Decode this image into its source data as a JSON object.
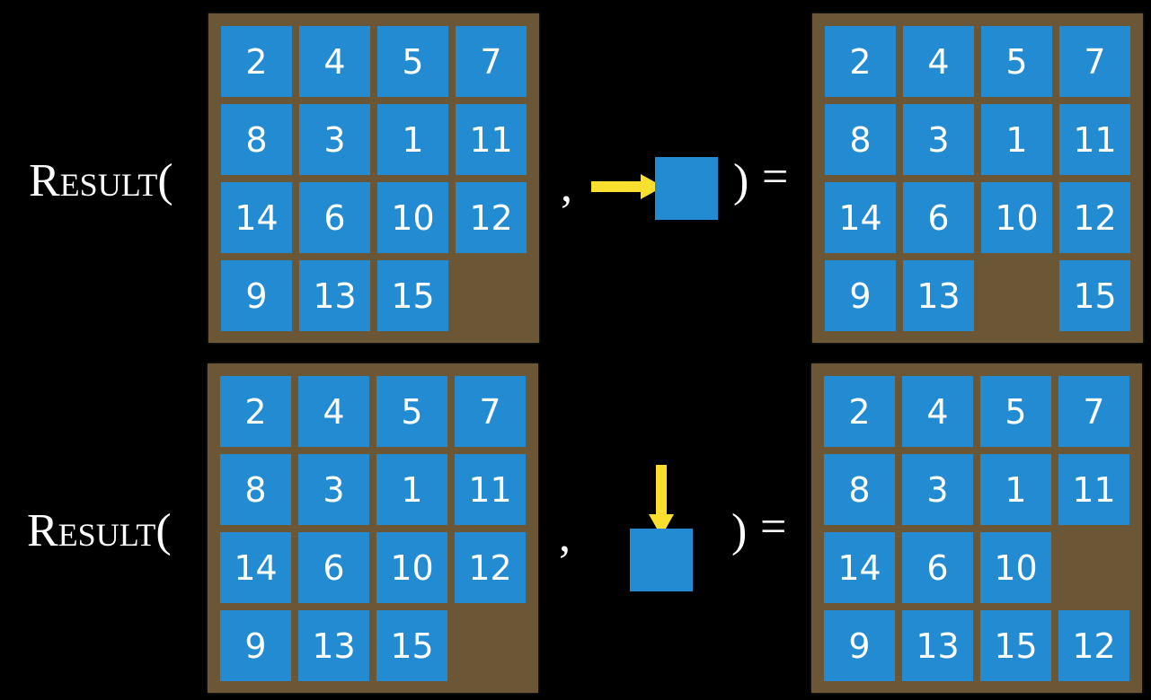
{
  "colors": {
    "board": "#6b5736",
    "tile": "#238bd2",
    "arrow": "#f9df2e",
    "background": "#000000"
  },
  "rows": [
    {
      "function_label": "Result(",
      "comma": ",",
      "close": ")",
      "equals": "=",
      "action": "arrow-right",
      "input_board": [
        [
          "2",
          "4",
          "5",
          "7"
        ],
        [
          "8",
          "3",
          "1",
          "11"
        ],
        [
          "14",
          "6",
          "10",
          "12"
        ],
        [
          "9",
          "13",
          "15",
          ""
        ]
      ],
      "output_board": [
        [
          "2",
          "4",
          "5",
          "7"
        ],
        [
          "8",
          "3",
          "1",
          "11"
        ],
        [
          "14",
          "6",
          "10",
          "12"
        ],
        [
          "9",
          "13",
          "",
          "15"
        ]
      ]
    },
    {
      "function_label": "Result(",
      "comma": ",",
      "close": ")",
      "equals": "=",
      "action": "arrow-down",
      "input_board": [
        [
          "2",
          "4",
          "5",
          "7"
        ],
        [
          "8",
          "3",
          "1",
          "11"
        ],
        [
          "14",
          "6",
          "10",
          "12"
        ],
        [
          "9",
          "13",
          "15",
          ""
        ]
      ],
      "output_board": [
        [
          "2",
          "4",
          "5",
          "7"
        ],
        [
          "8",
          "3",
          "1",
          "11"
        ],
        [
          "14",
          "6",
          "10",
          ""
        ],
        [
          "9",
          "13",
          "15",
          "12"
        ]
      ]
    }
  ]
}
